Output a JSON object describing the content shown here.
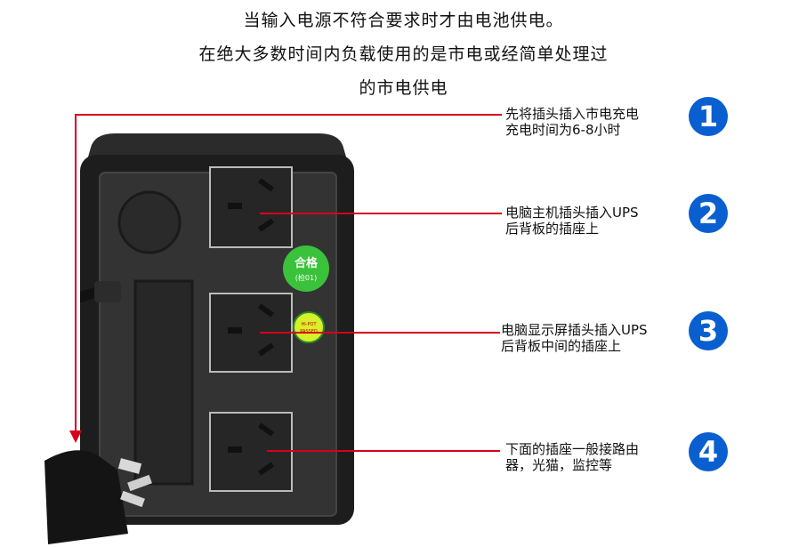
{
  "header": {
    "line1": "当输入电源不符合要求时才由电池供电。",
    "line2": "在绝大多数时间内负载使用的是市电或经简单处理过",
    "line3": "的市电供电"
  },
  "annotations": [
    {
      "number": "1",
      "line1": "先将插头插入市电充电",
      "line2": "充电时间为6-8小时"
    },
    {
      "number": "2",
      "line1": "电脑主机插头插入UPS",
      "line2": "后背板的插座上"
    },
    {
      "number": "3",
      "line1": "电脑显示屏插头插入UPS",
      "line2": "后背板中间的插座上"
    },
    {
      "number": "4",
      "line1": "下面的插座一般接路由",
      "line2": "器，光猫，监控等"
    }
  ],
  "stickers": {
    "qc_main": "合格",
    "qc_sub": "(检01)",
    "hipot_1": "HI-POT",
    "hipot_2": "PASSED"
  },
  "colors": {
    "accent_red": "#d6001c",
    "badge_blue": "#0a5fd0",
    "qc_green": "#39c23a"
  }
}
